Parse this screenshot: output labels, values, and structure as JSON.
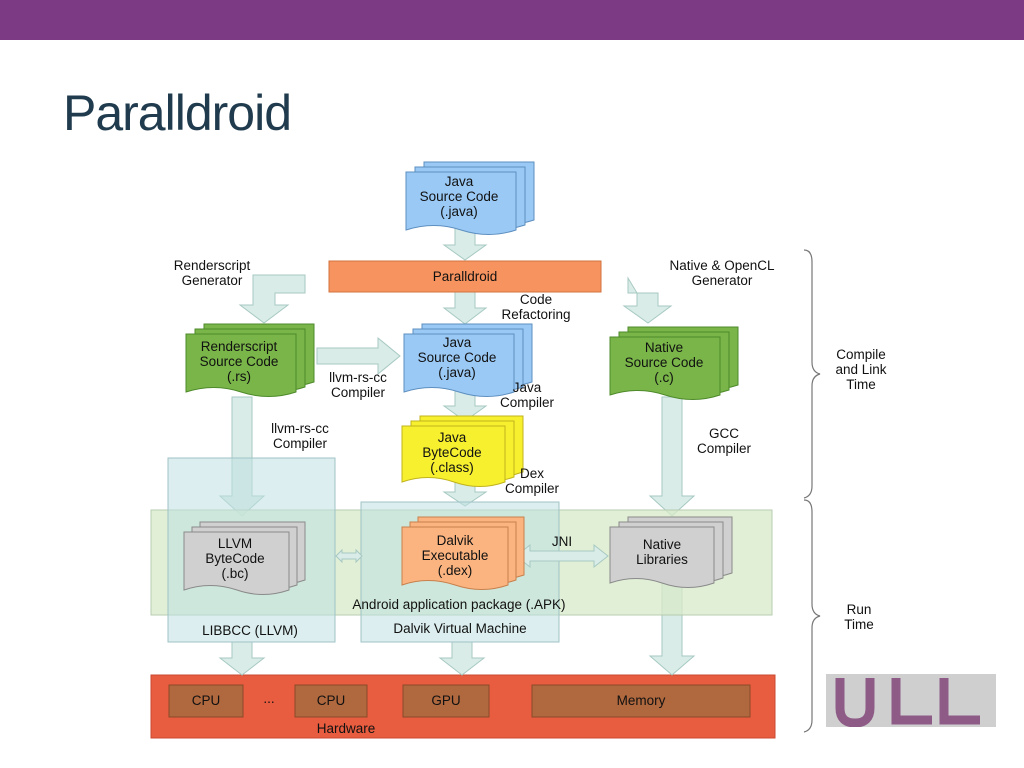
{
  "slide": {
    "title": "Paralldroid"
  },
  "diagram": {
    "java_source": [
      "Java",
      "Source Code",
      "(.java)"
    ],
    "paralldroid": "Paralldroid",
    "renderscript_generator": [
      "Renderscript",
      "Generator"
    ],
    "native_generator": [
      "Native & OpenCL",
      "Generator"
    ],
    "code_refactoring": [
      "Code",
      "Refactoring"
    ],
    "renderscript_source": [
      "Renderscript",
      "Source Code",
      "(.rs)"
    ],
    "java_source2": [
      "Java",
      "Source Code",
      "(.java)"
    ],
    "native_source": [
      "Native",
      "Source Code",
      "(.c)"
    ],
    "llvm_rs_cc_1": [
      "llvm-rs-cc",
      "Compiler"
    ],
    "java_compiler": [
      "Java",
      "Compiler"
    ],
    "compile_link_time": [
      "Compile",
      "and Link",
      "Time"
    ],
    "llvm_rs_cc_2": [
      "llvm-rs-cc",
      "Compiler"
    ],
    "java_bytecode": [
      "Java",
      "ByteCode",
      "(.class)"
    ],
    "gcc_compiler": [
      "GCC",
      "Compiler"
    ],
    "dex_compiler": [
      "Dex",
      "Compiler"
    ],
    "llvm_bytecode": [
      "LLVM",
      "ByteCode",
      "(.bc)"
    ],
    "dalvik_exec": [
      "Dalvik",
      "Executable",
      "(.dex)"
    ],
    "jni": "JNI",
    "native_libraries": [
      "Native",
      "Libraries"
    ],
    "apk": "Android application package (.APK)",
    "libbcc": "LIBBCC (LLVM)",
    "dalvik_vm": "Dalvik Virtual Machine",
    "run_time": [
      "Run",
      "Time"
    ],
    "hw_cpu1": "CPU",
    "hw_dots": "...",
    "hw_cpu2": "CPU",
    "hw_gpu": "GPU",
    "hw_memory": "Memory",
    "hardware": "Hardware",
    "logo_text": "ULL"
  },
  "colors": {
    "topbar": "#7b3a83",
    "java_blue": "#9ac9f5",
    "renderscript_green": "#79b548",
    "paralldroid_orange": "#f7935e",
    "bytecode_yellow": "#f7f02f",
    "dalvik_orange": "#fbb480",
    "gray_doc": "#d0d0d0",
    "hardware_red": "#e85c3f",
    "hw_box": "#b0683e",
    "arrow_fill": "#d9ece8",
    "arrow_stroke": "#a7c9c2"
  }
}
